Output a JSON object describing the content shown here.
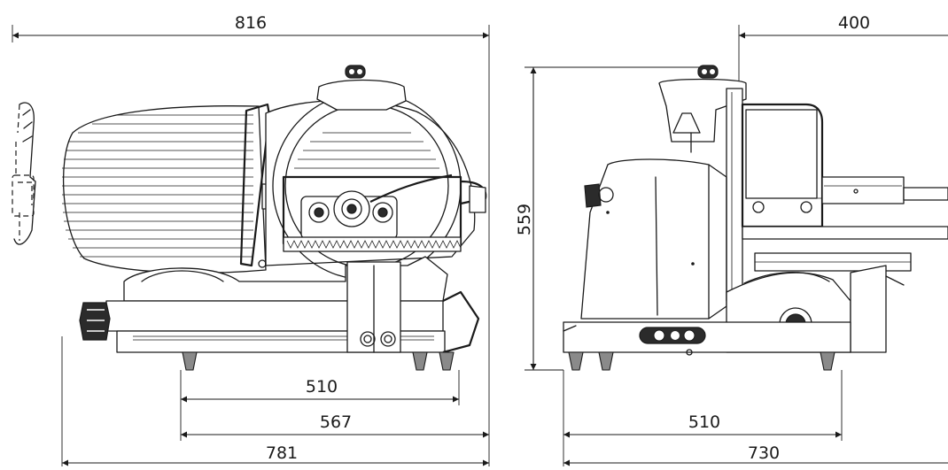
{
  "drawing": {
    "front_view": {
      "dim_top": "816",
      "dim_inner_1": "510",
      "dim_inner_2": "567",
      "dim_bottom": "781"
    },
    "side_view": {
      "dim_top": "400",
      "dim_height": "559",
      "dim_inner": "510",
      "dim_bottom": "730"
    }
  },
  "colors": {
    "line": "#1a1a1a",
    "background": "#ffffff",
    "dark_fill": "#2b2b2b"
  }
}
